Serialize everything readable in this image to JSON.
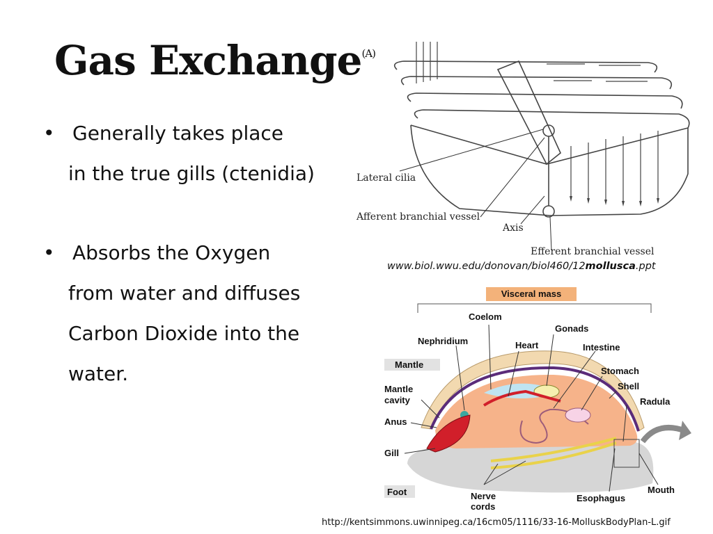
{
  "slide": {
    "title": "Gas Exchange",
    "title_superscript": "(A)",
    "bullets": [
      {
        "marker": "•",
        "lines": [
          "Generally takes place",
          "in the true gills (ctenidia)"
        ]
      },
      {
        "marker": "•",
        "lines": [
          "Absorbs the Oxygen",
          "from water and diffuses",
          "Carbon Dioxide into the",
          "water."
        ]
      }
    ]
  },
  "gill_figure": {
    "labels": {
      "lateral_cilia": "Lateral cilia",
      "afferent": "Afferent branchial vessel",
      "axis": "Axis",
      "efferent": "Efferent branchial vessel"
    },
    "source": {
      "prefix": "www.biol.wwu.edu/donovan/biol460/12",
      "bold": "mollusca",
      "suffix": ".ppt"
    }
  },
  "mollusk_figure": {
    "labels": {
      "visceral_mass": "Visceral mass",
      "coelom": "Coelom",
      "gonads": "Gonads",
      "nephridium": "Nephridium",
      "heart": "Heart",
      "intestine": "Intestine",
      "mantle": "Mantle",
      "stomach": "Stomach",
      "shell": "Shell",
      "mantle_cavity_1": "Mantle",
      "mantle_cavity_2": "cavity",
      "radula": "Radula",
      "anus": "Anus",
      "gill": "Gill",
      "foot": "Foot",
      "nerve_cords_1": "Nerve",
      "nerve_cords_2": "cords",
      "esophagus": "Esophagus",
      "mouth": "Mouth"
    },
    "source": "http://kentsimmons.uwinnipeg.ca/16cm05/1116/33-16-MolluskBodyPlan-L.gif"
  },
  "colors": {
    "visceral_label_bg": "#f3b27a",
    "shell": "#f2d9b0",
    "mantle_line": "#5b2c7a",
    "body": "#f6b38a",
    "foot": "#d6d6d6",
    "gill": "#d11f2a",
    "nerve": "#e9d24a",
    "coelom": "#bfe4f2"
  }
}
